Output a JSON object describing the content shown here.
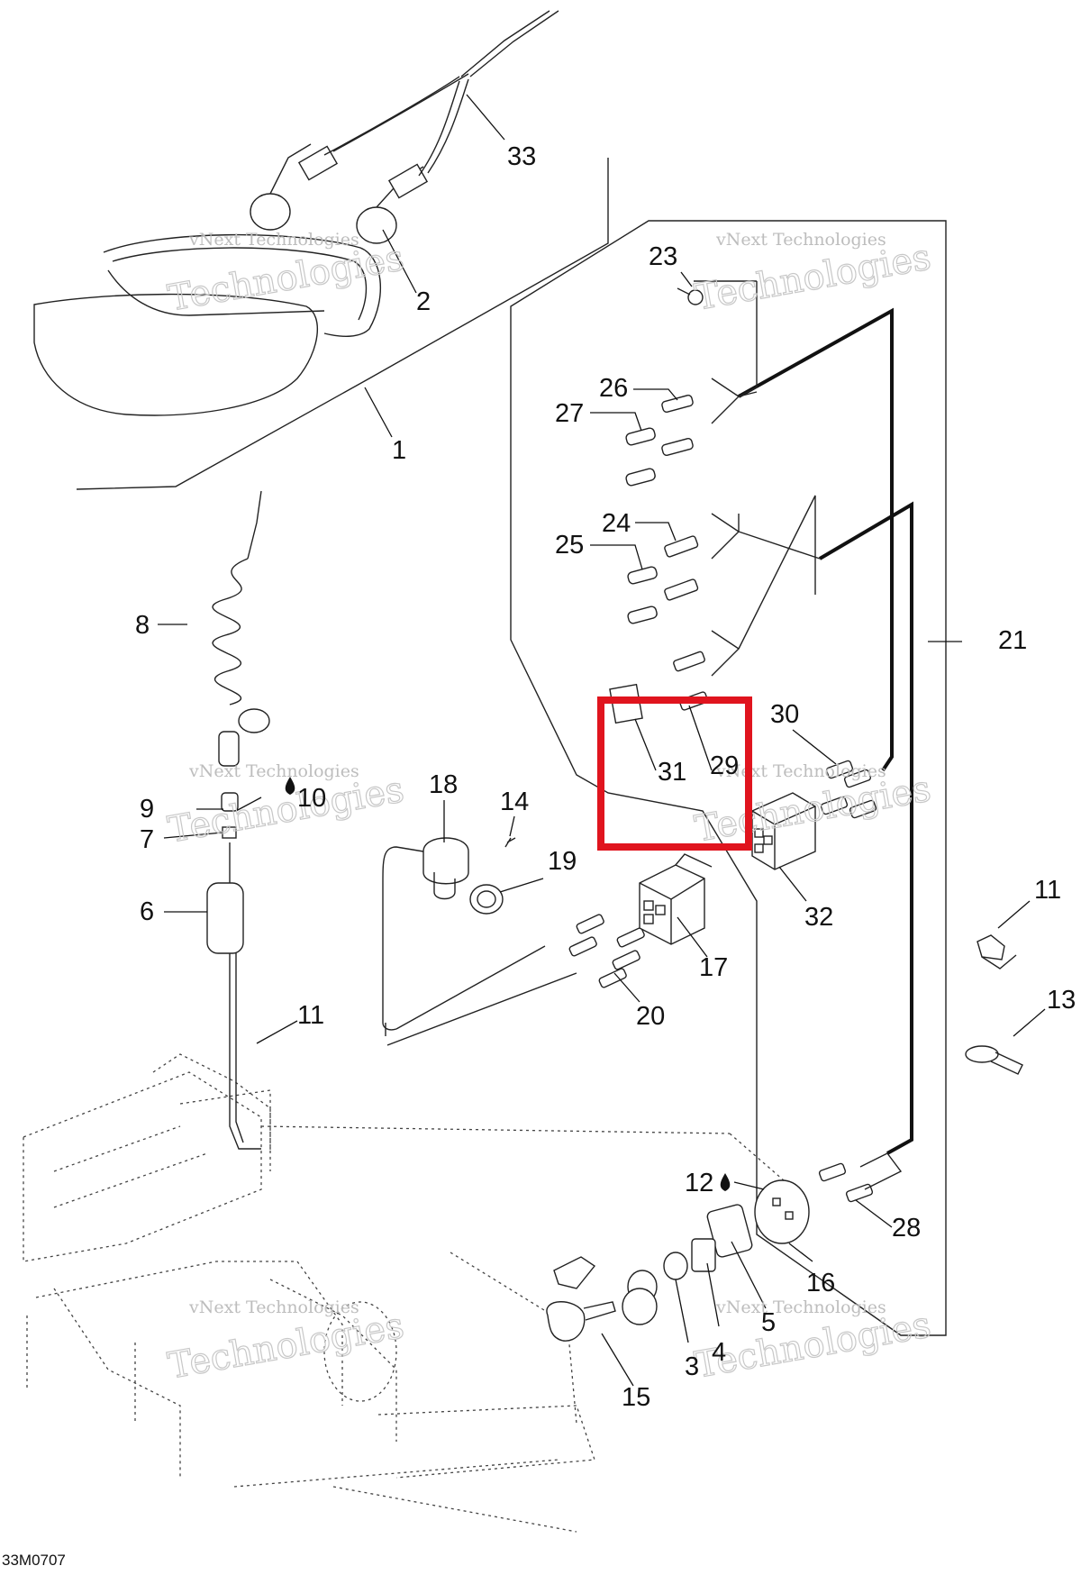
{
  "diagram": {
    "reference_code": "33M0707",
    "watermark_line1": "vNext Technologies",
    "watermark_line2": "Technologies",
    "highlight_color": "#e0141e",
    "callouts": [
      {
        "id": "c33",
        "label": "33"
      },
      {
        "id": "c2",
        "label": "2"
      },
      {
        "id": "c1",
        "label": "1"
      },
      {
        "id": "c23",
        "label": "23"
      },
      {
        "id": "c26",
        "label": "26"
      },
      {
        "id": "c27",
        "label": "27"
      },
      {
        "id": "c24",
        "label": "24"
      },
      {
        "id": "c25",
        "label": "25"
      },
      {
        "id": "c21",
        "label": "21"
      },
      {
        "id": "c8",
        "label": "8"
      },
      {
        "id": "c30",
        "label": "30"
      },
      {
        "id": "c31",
        "label": "31"
      },
      {
        "id": "c29",
        "label": "29"
      },
      {
        "id": "c18",
        "label": "18"
      },
      {
        "id": "c14",
        "label": "14"
      },
      {
        "id": "c9",
        "label": "9"
      },
      {
        "id": "c10",
        "label": "10"
      },
      {
        "id": "c7",
        "label": "7"
      },
      {
        "id": "c19",
        "label": "19"
      },
      {
        "id": "c6",
        "label": "6"
      },
      {
        "id": "c32",
        "label": "32"
      },
      {
        "id": "c11a",
        "label": "11"
      },
      {
        "id": "c17",
        "label": "17"
      },
      {
        "id": "c13",
        "label": "13"
      },
      {
        "id": "c20",
        "label": "20"
      },
      {
        "id": "c11b",
        "label": "11"
      },
      {
        "id": "c12",
        "label": "12"
      },
      {
        "id": "c28",
        "label": "28"
      },
      {
        "id": "c16",
        "label": "16"
      },
      {
        "id": "c5",
        "label": "5"
      },
      {
        "id": "c4",
        "label": "4"
      },
      {
        "id": "c3",
        "label": "3"
      },
      {
        "id": "c15",
        "label": "15"
      }
    ]
  }
}
